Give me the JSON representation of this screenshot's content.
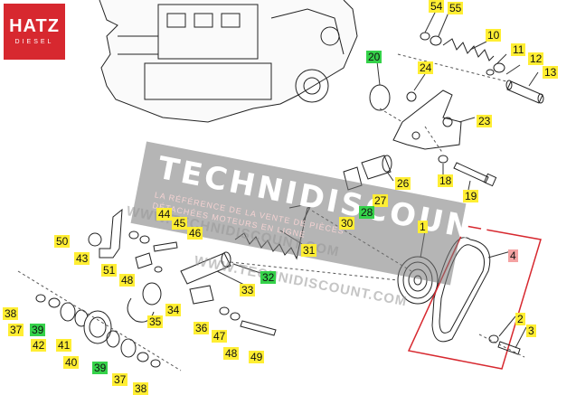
{
  "logo": {
    "brand": "HATZ",
    "sub": "DIESEL"
  },
  "watermark": {
    "name": "TECHNIDISCOUNT",
    "tagline_line1": "LA RÉFÉRENCE DE LA VENTE DE PIÈCES",
    "tagline_line2": "DÉTACHÉES MOTEURS EN LIGNE",
    "url1": "WWW.TECHNIDISCOUNT.COM",
    "url2": "WWW.TECHNIDISCOUNT.COM"
  },
  "colors": {
    "highlight_yellow": "#ffee33",
    "highlight_green": "#35d24a",
    "highlight_red": "#f4a3a3",
    "frame_red": "#d7282f"
  },
  "callouts": [
    {
      "id": "c54",
      "text": "54",
      "hl": "y"
    },
    {
      "id": "c55",
      "text": "55",
      "hl": "y"
    },
    {
      "id": "c10",
      "text": "10",
      "hl": "y"
    },
    {
      "id": "c11",
      "text": "11",
      "hl": "y"
    },
    {
      "id": "c12",
      "text": "12",
      "hl": "y"
    },
    {
      "id": "c13",
      "text": "13",
      "hl": "y"
    },
    {
      "id": "c20",
      "text": "20",
      "hl": "g"
    },
    {
      "id": "c24",
      "text": "24",
      "hl": "y"
    },
    {
      "id": "c23",
      "text": "23",
      "hl": "y"
    },
    {
      "id": "c26",
      "text": "26",
      "hl": "y"
    },
    {
      "id": "c18",
      "text": "18",
      "hl": "y"
    },
    {
      "id": "c19",
      "text": "19",
      "hl": "y"
    },
    {
      "id": "c27",
      "text": "27",
      "hl": "y"
    },
    {
      "id": "c28",
      "text": "28",
      "hl": "g"
    },
    {
      "id": "c30",
      "text": "30",
      "hl": "y"
    },
    {
      "id": "c1",
      "text": "1",
      "hl": "y"
    },
    {
      "id": "c44",
      "text": "44",
      "hl": "y"
    },
    {
      "id": "c45",
      "text": "45",
      "hl": "y"
    },
    {
      "id": "c46",
      "text": "46",
      "hl": "y"
    },
    {
      "id": "c50",
      "text": "50",
      "hl": "y"
    },
    {
      "id": "c43",
      "text": "43",
      "hl": "y"
    },
    {
      "id": "c31",
      "text": "31",
      "hl": "y"
    },
    {
      "id": "c51",
      "text": "51",
      "hl": "y"
    },
    {
      "id": "c48a",
      "text": "48",
      "hl": "y"
    },
    {
      "id": "c32",
      "text": "32",
      "hl": "g"
    },
    {
      "id": "c33",
      "text": "33",
      "hl": "y"
    },
    {
      "id": "c4",
      "text": "4",
      "hl": "r"
    },
    {
      "id": "c38a",
      "text": "38",
      "hl": "y"
    },
    {
      "id": "c37a",
      "text": "37",
      "hl": "y"
    },
    {
      "id": "c39a",
      "text": "39",
      "hl": "g"
    },
    {
      "id": "c42",
      "text": "42",
      "hl": "y"
    },
    {
      "id": "c41",
      "text": "41",
      "hl": "y"
    },
    {
      "id": "c35",
      "text": "35",
      "hl": "y"
    },
    {
      "id": "c34",
      "text": "34",
      "hl": "y"
    },
    {
      "id": "c36",
      "text": "36",
      "hl": "y"
    },
    {
      "id": "c47",
      "text": "47",
      "hl": "y"
    },
    {
      "id": "c48b",
      "text": "48",
      "hl": "y"
    },
    {
      "id": "c49",
      "text": "49",
      "hl": "y"
    },
    {
      "id": "c2",
      "text": "2",
      "hl": "y"
    },
    {
      "id": "c3",
      "text": "3",
      "hl": "y"
    },
    {
      "id": "c40",
      "text": "40",
      "hl": "y"
    },
    {
      "id": "c39b",
      "text": "39",
      "hl": "g"
    },
    {
      "id": "c37b",
      "text": "37",
      "hl": "y"
    },
    {
      "id": "c38b",
      "text": "38",
      "hl": "y"
    }
  ]
}
